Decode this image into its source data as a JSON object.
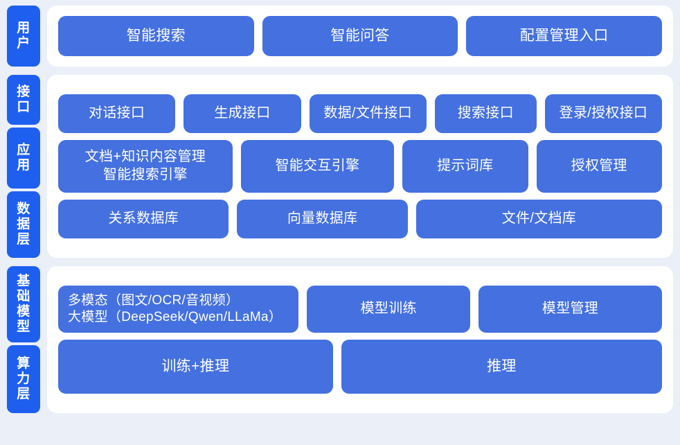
{
  "theme": {
    "page_background": "#eaeff8",
    "card_background": "#ffffff",
    "rail_label_color": "#1f5fef",
    "box_color": "#4470e0",
    "text_color": "#ffffff"
  },
  "sections": [
    {
      "id": "user",
      "rail": [
        {
          "label": "用户",
          "chars": [
            "用",
            "户"
          ]
        }
      ],
      "rows": [
        {
          "id": "user-row",
          "boxes": [
            {
              "label": "智能搜索",
              "flex": 1
            },
            {
              "label": "智能问答",
              "flex": 1
            },
            {
              "label": "配置管理入口",
              "flex": 1
            }
          ]
        }
      ]
    },
    {
      "id": "mid",
      "rail": [
        {
          "label": "接口",
          "chars": [
            "接",
            "口"
          ]
        },
        {
          "label": "应用",
          "chars": [
            "应",
            "用"
          ]
        },
        {
          "label": "数据层",
          "chars": [
            "数",
            "据",
            "层"
          ]
        }
      ],
      "rows": [
        {
          "id": "interface-row",
          "boxes": [
            {
              "label": "对话接口",
              "flex": 1
            },
            {
              "label": "生成接口",
              "flex": 1
            },
            {
              "label": "数据/文件接口",
              "flex": 1
            },
            {
              "label": "搜索接口",
              "flex": 0.85
            },
            {
              "label": "登录/授权接口",
              "flex": 1
            }
          ]
        },
        {
          "id": "application-row",
          "boxes": [
            {
              "label": "文档+知识内容管理\n智能搜索引擎",
              "flex": 1.22
            },
            {
              "label": "智能交互引擎",
              "flex": 1.06
            },
            {
              "label": "提示词库",
              "flex": 0.85
            },
            {
              "label": "授权管理",
              "flex": 0.85
            }
          ]
        },
        {
          "id": "data-row",
          "boxes": [
            {
              "label": "关系数据库",
              "flex": 1
            },
            {
              "label": "向量数据库",
              "flex": 1
            },
            {
              "label": "文件/文档库",
              "flex": 1.48
            }
          ]
        }
      ]
    },
    {
      "id": "bottom",
      "rail": [
        {
          "label": "基础模型",
          "chars": [
            "基",
            "础",
            "模",
            "型"
          ]
        },
        {
          "label": "算力层",
          "chars": [
            "算",
            "力",
            "层"
          ]
        }
      ],
      "rows": [
        {
          "id": "foundation-model-row",
          "boxes": [
            {
              "label": "多模态（图文/OCR/音视频）\n大模型（DeepSeek/Qwen/LLaMa）",
              "flex": 1.32,
              "align": "left"
            },
            {
              "label": "模型训练",
              "flex": 0.88
            },
            {
              "label": "模型管理",
              "flex": 1.0
            }
          ]
        },
        {
          "id": "compute-row",
          "boxes": [
            {
              "label": "训练+推理",
              "flex": 0.85
            },
            {
              "label": "推理",
              "flex": 1.0
            }
          ]
        }
      ]
    }
  ]
}
